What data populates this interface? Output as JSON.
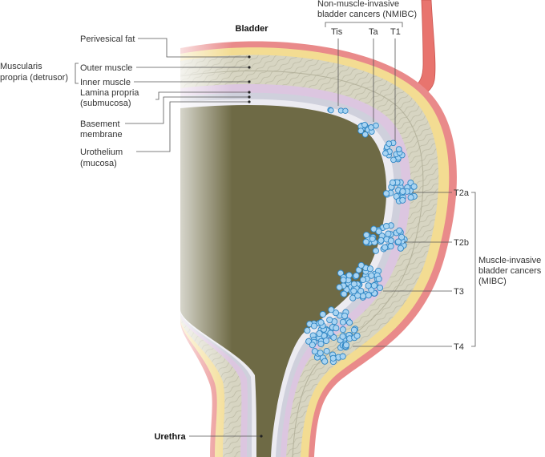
{
  "title": "Bladder",
  "urethra_label": "Urethra",
  "layers": {
    "perivesical_fat": "Perivesical fat",
    "muscularis_group": [
      "Muscularis",
      "propria (detrusor)"
    ],
    "outer_muscle": "Outer muscle",
    "inner_muscle": "Inner muscle",
    "lamina_propria": [
      "Lamina propria",
      "(submucosa)"
    ],
    "basement_membrane": [
      "Basement",
      "membrane"
    ],
    "urothelium": [
      "Urothelium",
      "(mucosa)"
    ]
  },
  "nmibc": {
    "title": [
      "Non-muscle-invasive",
      "bladder cancers (NMIBC)"
    ],
    "stages": [
      "Tis",
      "Ta",
      "T1"
    ]
  },
  "mibc": {
    "title": [
      "Muscle-invasive",
      "bladder cancers",
      "(MIBC)"
    ],
    "stages": [
      "T2a",
      "T2b",
      "T3",
      "T4"
    ]
  },
  "colors": {
    "fat": "#f3dc92",
    "fat_outer": "#e98a8a",
    "muscle": "#d7d5c2",
    "lamina": "#dcc6e0",
    "basement": "#d9d9e4",
    "lumen": "#6e6a45",
    "tumor_fill": "#a9d4f2",
    "tumor_stroke": "#2f86c4",
    "ureter": "#e8746e"
  }
}
